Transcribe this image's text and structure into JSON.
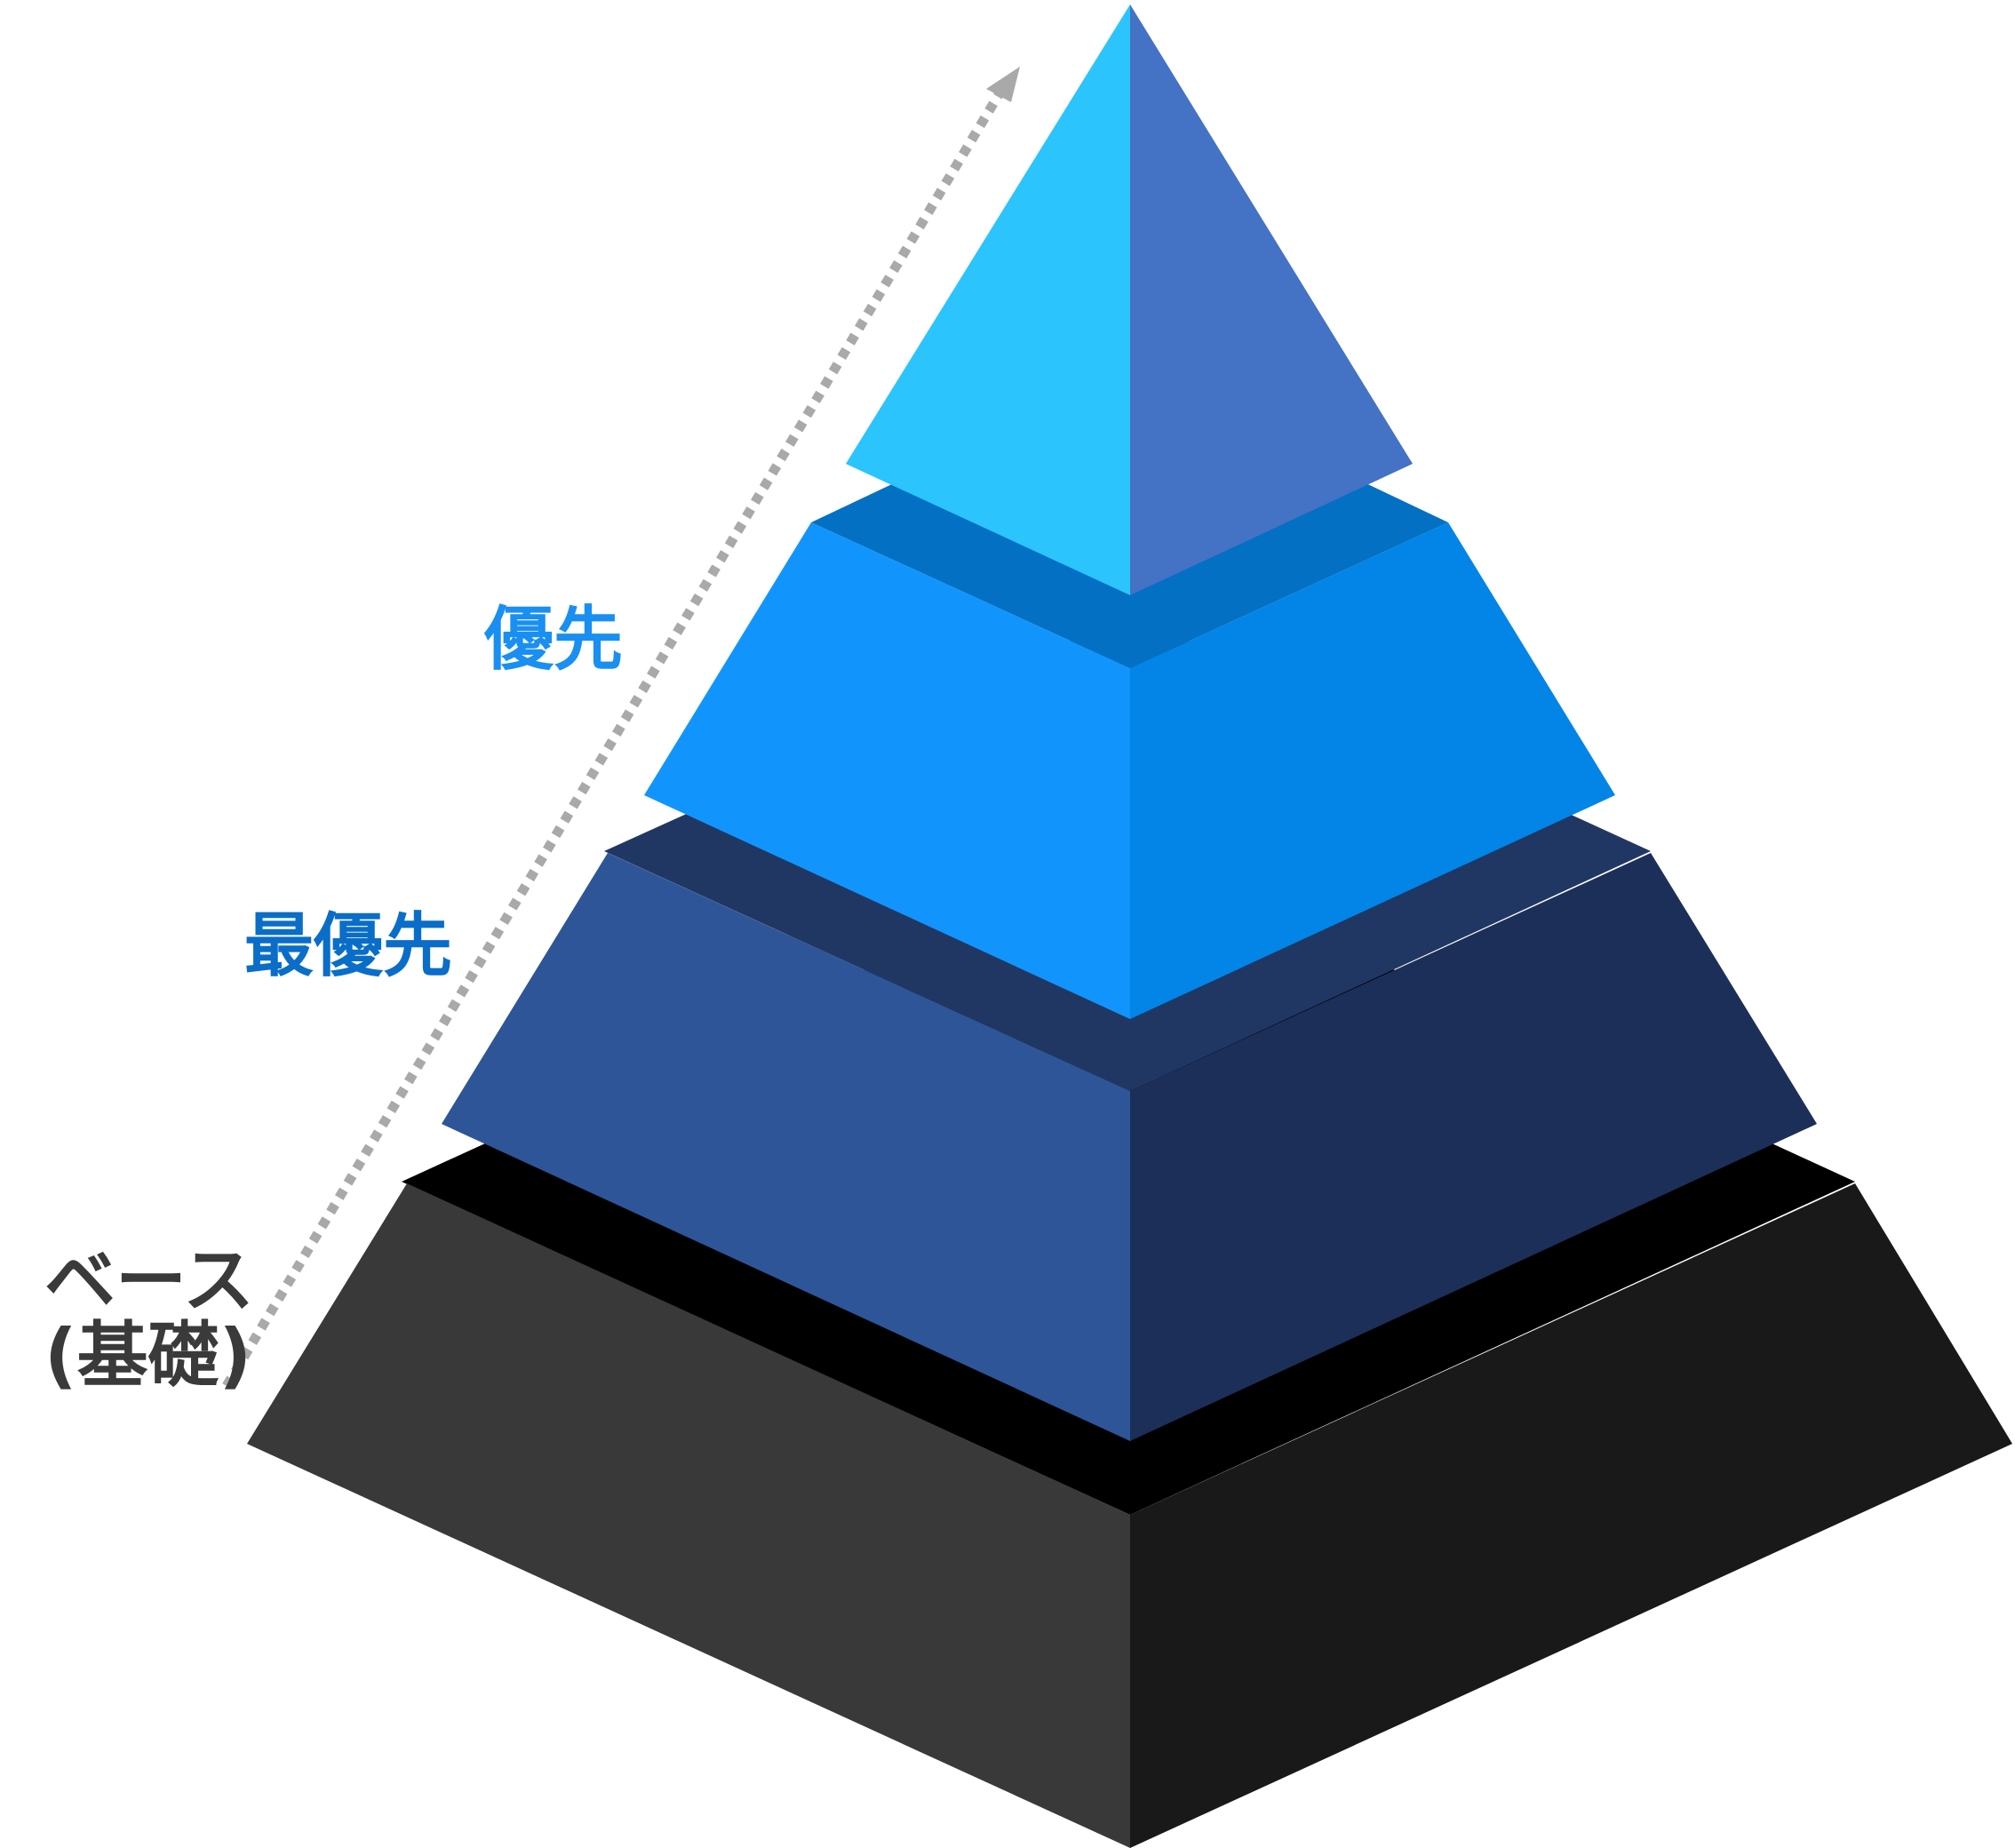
{
  "labels": {
    "priority": {
      "text": "優先",
      "color": "#1a8ff2"
    },
    "top_priority": {
      "text": "最優先",
      "color": "#0a6dc8"
    },
    "base_line1": {
      "text": "ベース",
      "color": "#3a3a3a"
    },
    "base_line2": {
      "text": "(基礎)",
      "color": "#3a3a3a"
    }
  },
  "arrow": {
    "color": "#a9a9a9",
    "style": "dotted"
  },
  "pyramid": {
    "tiers": [
      {
        "name": "top",
        "left_color": "#2bc4fd",
        "right_color": "#4472c4"
      },
      {
        "name": "upper",
        "left_color": "#1195fc",
        "right_color": "#0285e6",
        "rim_color": "#0370c4"
      },
      {
        "name": "middle",
        "left_color": "#2e5597",
        "right_color": "#1c2f59",
        "rim_color": "#213763"
      },
      {
        "name": "base",
        "left_color": "#3a3939",
        "right_color": "#191919",
        "rim_color": "#000000"
      }
    ]
  }
}
